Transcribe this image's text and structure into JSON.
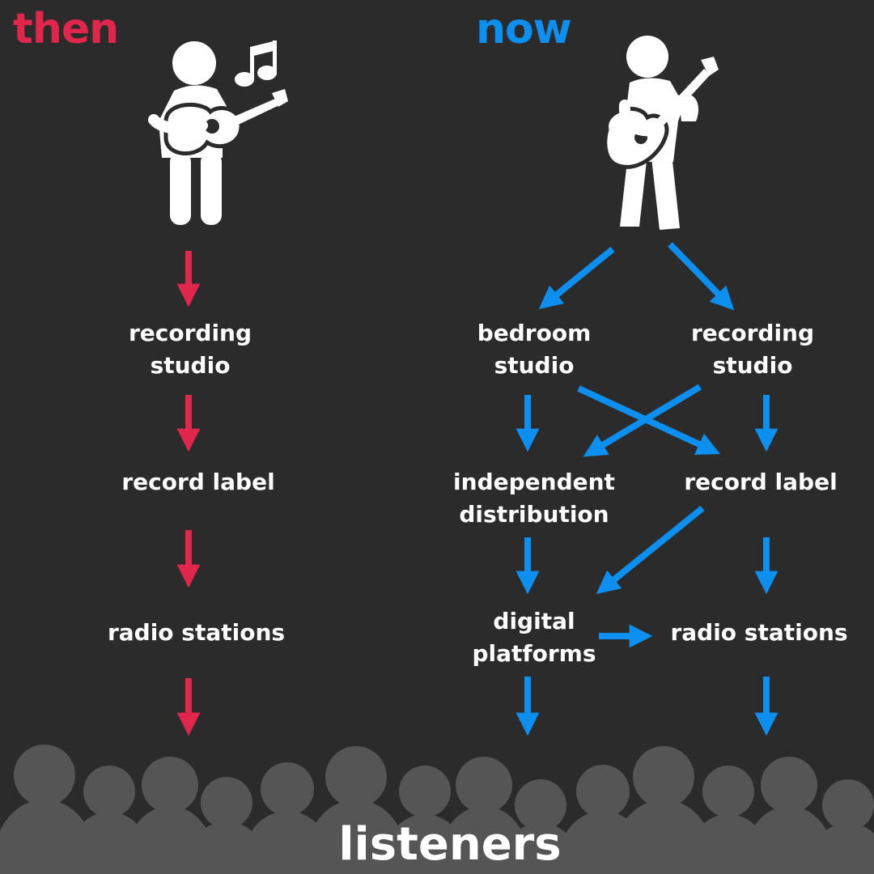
{
  "colors": {
    "background": "#2b2b2b",
    "then_accent": "#e0264b",
    "now_accent": "#0d8ff0",
    "text": "#ffffff",
    "crowd": "#555555"
  },
  "then": {
    "heading": "then",
    "icon": "acoustic-guitarist-icon",
    "music_icon": "music-note-icon",
    "steps": [
      "recording\nstudio",
      "record label",
      "radio stations"
    ]
  },
  "now": {
    "heading": "now",
    "icon": "electric-guitarist-icon",
    "nodes": {
      "bedroom_studio": "bedroom\nstudio",
      "recording_studio": "recording\nstudio",
      "independent_distribution": "independent\ndistribution",
      "record_label": "record label",
      "digital_platforms": "digital\nplatforms",
      "radio_stations": "radio stations"
    }
  },
  "footer": {
    "label": "listeners",
    "icon": "crowd-icon"
  }
}
